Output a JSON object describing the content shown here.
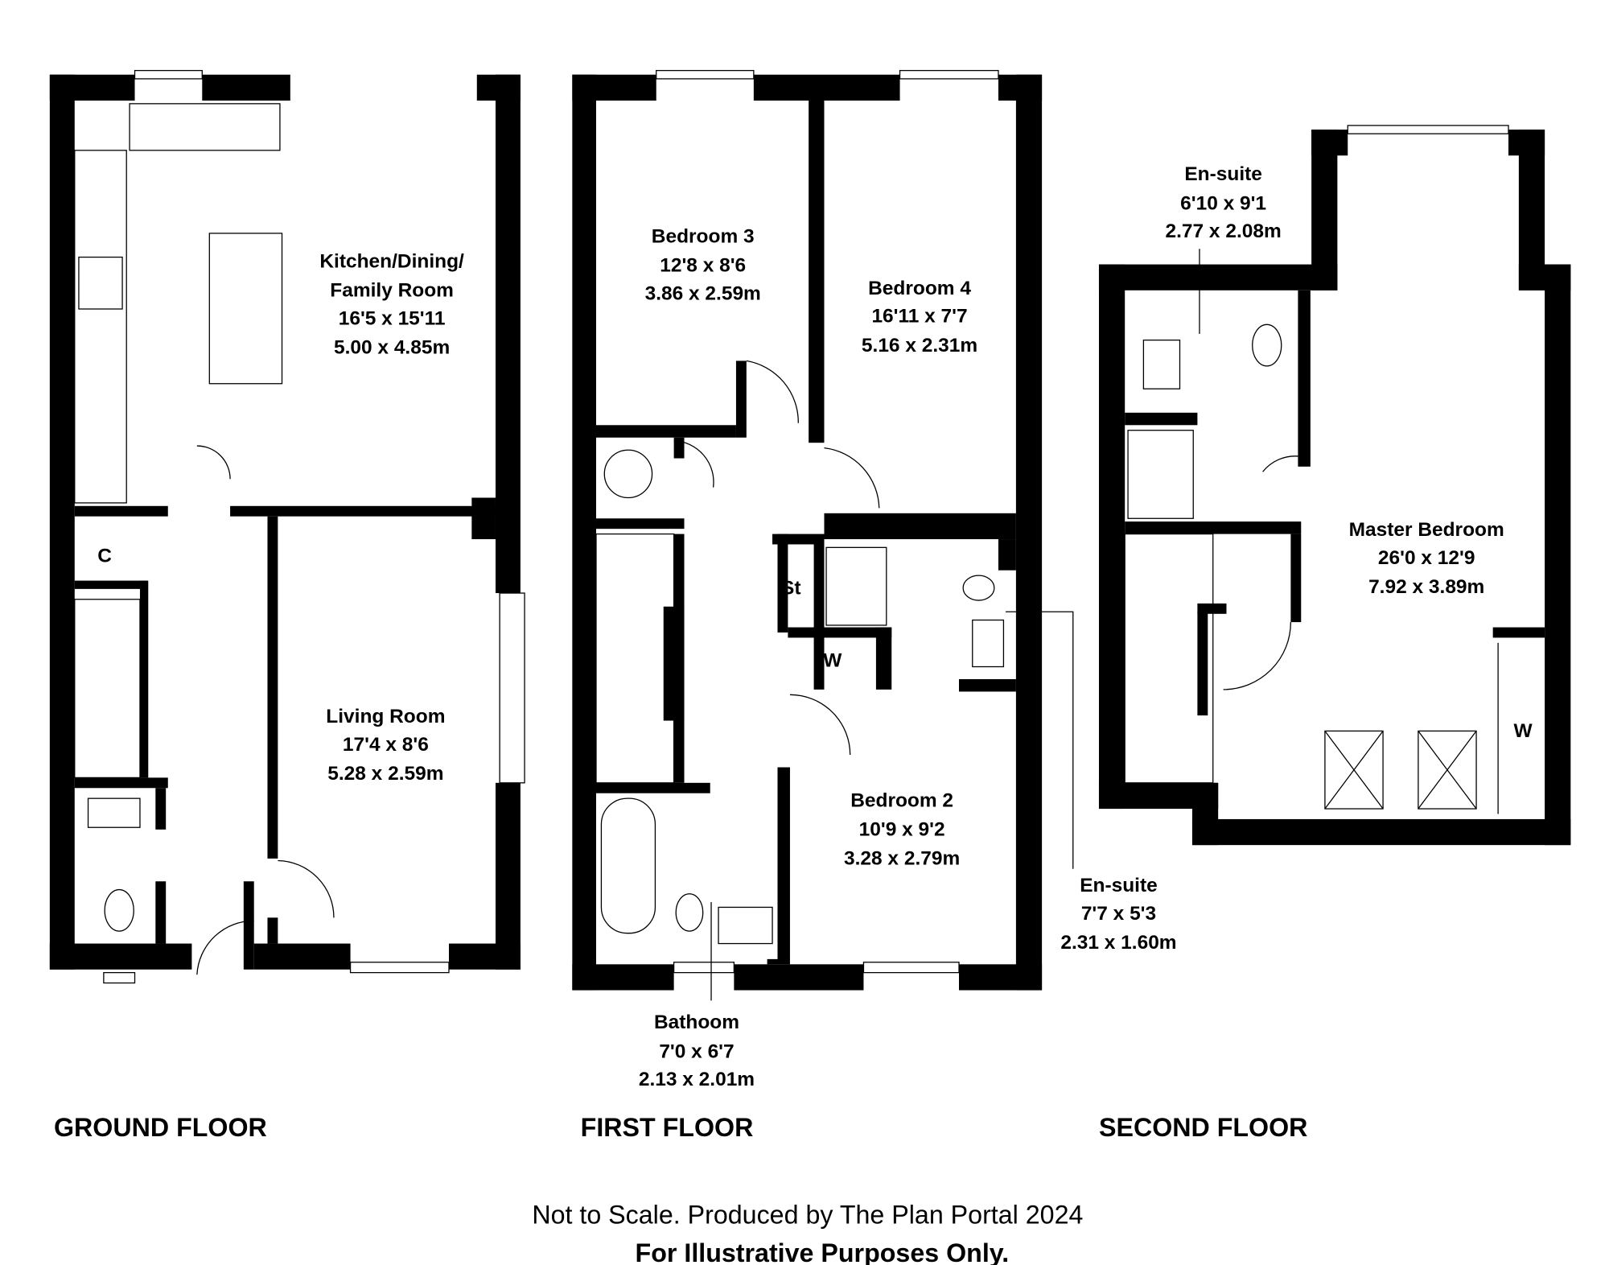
{
  "floors": [
    {
      "name": "GROUND FLOOR",
      "rooms": [
        {
          "name": "Kitchen/Dining/",
          "name2": "Family Room",
          "imperial": "16'5 x 15'11",
          "metric": "5.00 x 4.85m"
        },
        {
          "name": "Living Room",
          "imperial": "17'4 x 8'6",
          "metric": "5.28 x 2.59m"
        }
      ],
      "marks": [
        "C"
      ]
    },
    {
      "name": "FIRST FLOOR",
      "rooms": [
        {
          "name": "Bedroom 3",
          "imperial": "12'8 x 8'6",
          "metric": "3.86 x 2.59m"
        },
        {
          "name": "Bedroom 4",
          "imperial": "16'11 x 7'7",
          "metric": "5.16 x 2.31m"
        },
        {
          "name": "Bedroom 2",
          "imperial": "10'9 x 9'2",
          "metric": "3.28 x 2.79m"
        },
        {
          "name": "En-suite",
          "imperial": "7'7 x 5'3",
          "metric": "2.31 x 1.60m"
        },
        {
          "name": "Bathoom",
          "imperial": "7'0 x 6'7",
          "metric": "2.13 x 2.01m"
        }
      ],
      "marks": [
        "St",
        "W"
      ]
    },
    {
      "name": "SECOND FLOOR",
      "rooms": [
        {
          "name": "En-suite",
          "imperial": "6'10 x 9'1",
          "metric": "2.77 x 2.08m"
        },
        {
          "name": "Master Bedroom",
          "imperial": "26'0 x 12'9",
          "metric": "7.92 x 3.89m"
        }
      ],
      "marks": [
        "W"
      ]
    }
  ],
  "footer": {
    "line1": "Not to Scale. Produced by The Plan Portal 2024",
    "line2": "For Illustrative Purposes Only."
  }
}
